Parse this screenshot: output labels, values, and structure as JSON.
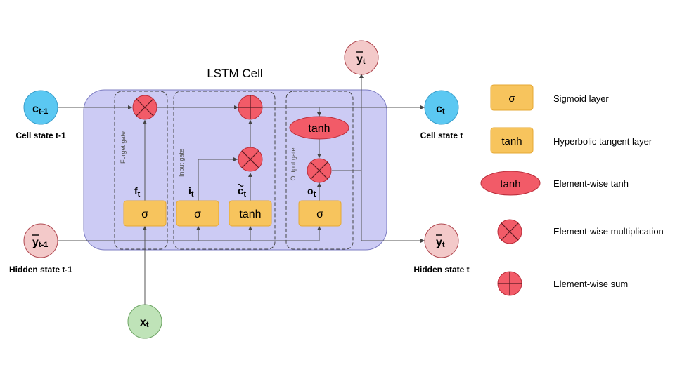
{
  "title": "LSTM Cell",
  "colors": {
    "cell_bg": "#cccbf4",
    "cell_border": "#7c7cc2",
    "cell_state_node": "#5bc8f2",
    "hidden_state_node": "#f3c9c9",
    "input_node": "#bfe3b8",
    "sigmoid_layer": "#f7c45d",
    "pointwise_op": "#f25b68"
  },
  "nodes": {
    "c_prev": {
      "main": "c",
      "sub": "t-1",
      "label": "Cell state t-1"
    },
    "c_next": {
      "main": "c",
      "sub": "t",
      "label": "Cell state t"
    },
    "y_prev": {
      "main": "y",
      "sub": "t-1",
      "label": "Hidden state t-1"
    },
    "y_next": {
      "main": "y",
      "sub": "t",
      "label": "Hidden state t"
    },
    "y_top": {
      "main": "y",
      "sub": "t"
    },
    "x": {
      "main": "x",
      "sub": "t"
    }
  },
  "gates": {
    "forget": "Forget gate",
    "input": "Input gate",
    "output": "Output gate"
  },
  "signals": {
    "f": {
      "main": "f",
      "sub": "t"
    },
    "i": {
      "main": "i",
      "sub": "t"
    },
    "c_tilde": {
      "main": "c",
      "sub": "t"
    },
    "o": {
      "main": "o",
      "sub": "t"
    }
  },
  "layers": {
    "sigma": "σ",
    "tanh": "tanh",
    "tanh_op": "tanh"
  },
  "legend": [
    {
      "symbol": "σ",
      "icon": "sigmoid-layer",
      "label": "Sigmoid layer"
    },
    {
      "symbol": "tanh",
      "icon": "tanh-layer",
      "label": "Hyperbolic tangent layer"
    },
    {
      "symbol": "tanh",
      "icon": "tanh-op",
      "label": "Element-wise tanh"
    },
    {
      "symbol": "",
      "icon": "multiply-op",
      "label": "Element-wise multiplication"
    },
    {
      "symbol": "",
      "icon": "sum-op",
      "label": "Element-wise sum"
    }
  ]
}
